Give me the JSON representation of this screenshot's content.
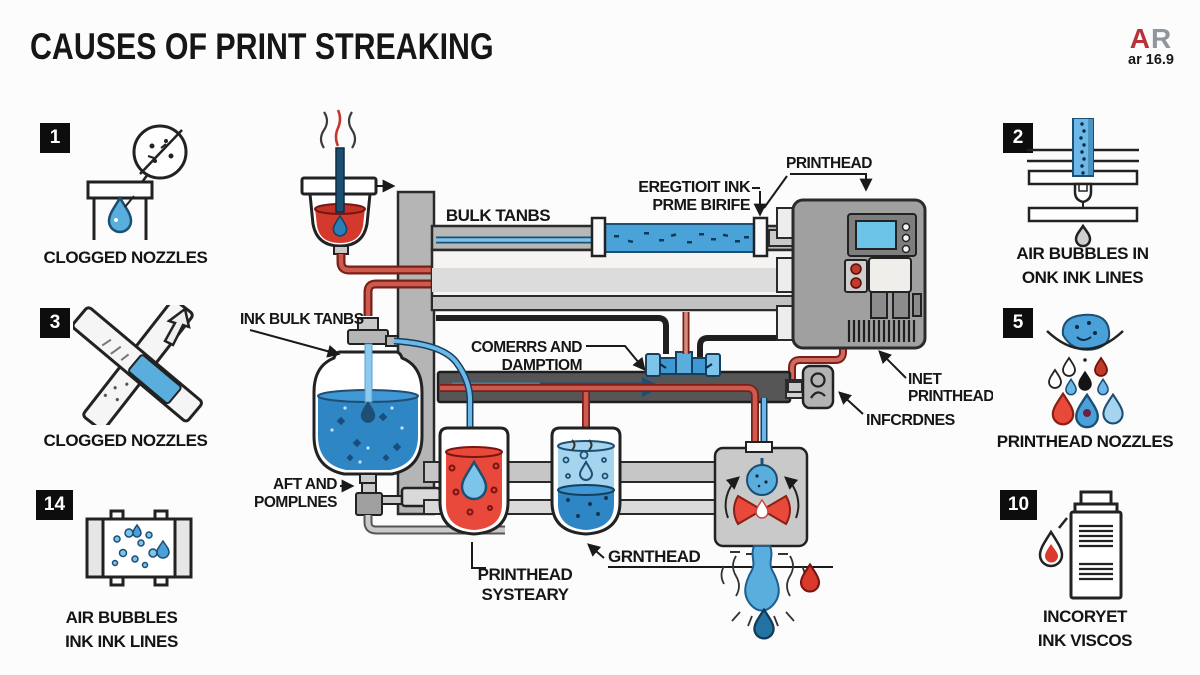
{
  "title": "CAUSES OF PRINT STREAKING",
  "logo": {
    "mark_a": "A",
    "mark_r": "R",
    "caption": "ar 16.9"
  },
  "left_items": [
    {
      "number": "1",
      "label_lines": [
        "CLOGGED NOZZLES"
      ]
    },
    {
      "number": "3",
      "label_lines": [
        "CLOGGED NOZZLES"
      ]
    },
    {
      "number": "14",
      "label_lines": [
        "AIR BUBBLES",
        "INK INK LINES"
      ]
    }
  ],
  "right_items": [
    {
      "number": "2",
      "label_lines": [
        "AIR BUBBLES IN",
        "ONK INK LINES"
      ]
    },
    {
      "number": "5",
      "label_lines": [
        "PRINTHEAD NOZZLES"
      ]
    },
    {
      "number": "10",
      "label_lines": [
        "INCORYET",
        "INK VISCOS"
      ]
    }
  ],
  "diagram": {
    "labels": {
      "bulk_tanks": "BULK TANBS",
      "printhead_top": "PRINTHEAD",
      "fill_line1": "EREGTIOIT INK",
      "fill_line2": "PRME BIRIFE",
      "ink_bulk_tanks": "INK BULK TANBS",
      "carriage_line1": "COMERRS AND",
      "carriage_line2": "DAMPTIOM",
      "aft_line1": "AFT AND",
      "aft_line2": "POMPLNES",
      "inet_line1": "INET",
      "inet_line2": "PRINTHEAD",
      "infcrdnes": "INFCRDNES",
      "ph_system_line1": "PRINTHEAD",
      "ph_system_line2": "SYSTEARY",
      "grnthead": "GRNTHEAD"
    }
  },
  "colors": {
    "red_ink": "#d93a2b",
    "blue_ink": "#4aa0d8",
    "light_blue": "#7cc4ea",
    "dark_navy": "#1d4e73",
    "machine_gray": "#a0a0a0",
    "line": "#1f1f1f",
    "badge_bg": "#0d0d0d",
    "logo_red": "#b73239",
    "logo_gray": "#8e979c"
  }
}
